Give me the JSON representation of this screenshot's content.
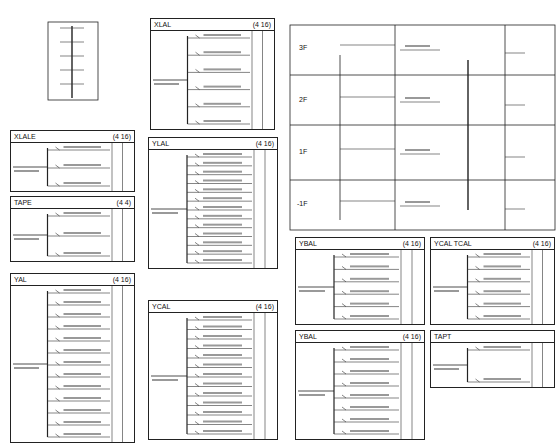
{
  "diagram": {
    "nodes": [
      {
        "text": [
          "XLAL",
          "(4 16)"
        ]
      },
      {
        "text": [
          "XLALE",
          "(4 16)"
        ]
      },
      {
        "text": [
          "TAPE",
          "(4 4)"
        ]
      },
      {
        "text": [
          "YAL",
          "(4 16)"
        ]
      },
      {
        "text": [
          "YLAL",
          "(4 16)"
        ]
      },
      {
        "text": [
          "YCAL",
          "(4 16)"
        ]
      },
      {
        "text": [
          "YBAL",
          "(4 16)"
        ]
      },
      {
        "text": [
          "YBAL",
          "(4 16)"
        ]
      },
      {
        "text": [
          "YCAL TCAL",
          "(4 16)"
        ]
      },
      {
        "text": [
          "TAPT"
        ]
      }
    ],
    "labels": [
      "3F",
      "2F",
      "1F",
      "-1F"
    ]
  }
}
